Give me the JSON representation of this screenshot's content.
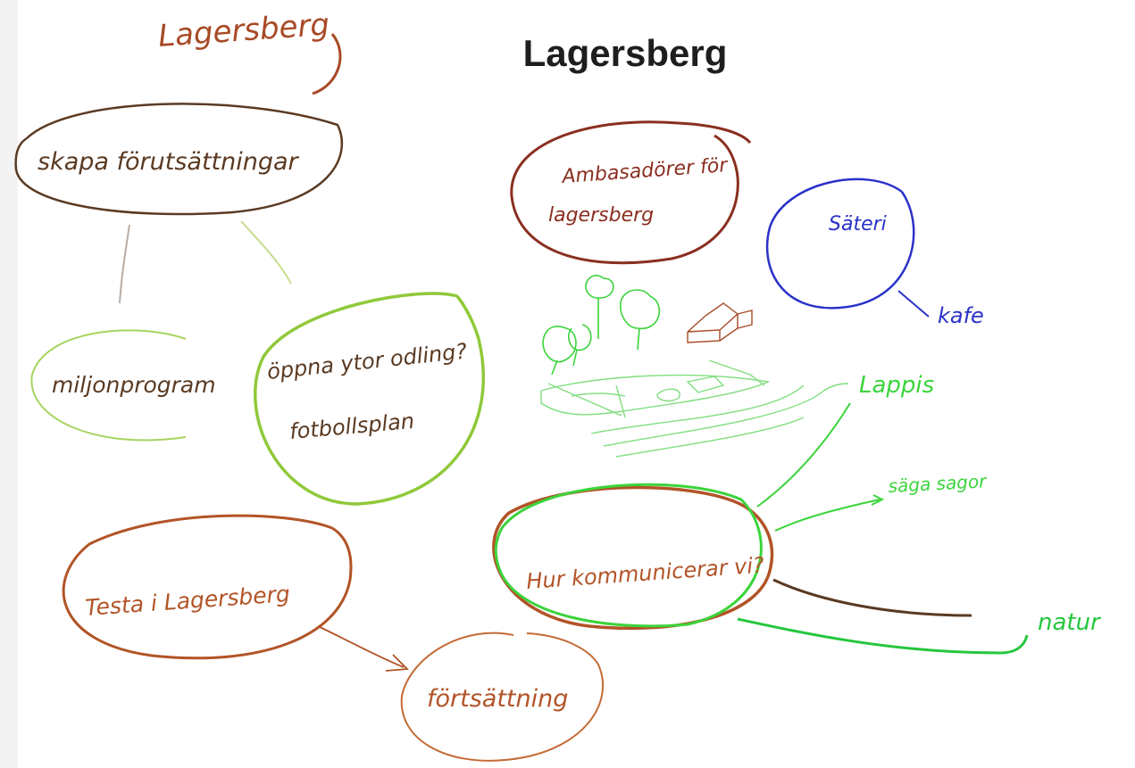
{
  "page": {
    "title": "Lagersberg"
  },
  "colors": {
    "brown_dark": "#5a3a22",
    "rust": "#b25427",
    "maroon": "#8a2f20",
    "lime": "#8fc93a",
    "green": "#3bd43b",
    "blue": "#2a32c8",
    "gray_line": "#b8aca4"
  },
  "notes": {
    "corner_label": "Lagersberg",
    "create_conditions": "skapa förutsättningar",
    "million_program": "miljonprogram",
    "open_spaces": "öppna ytor odling?",
    "football_field": "fotbollsplan",
    "ambassadors_line1": "Ambasadörer för",
    "ambassadors_line2": "lagersberg",
    "sauna": "Säteri",
    "cafe": "kafe",
    "lappis": "Lappis",
    "tell_stories": "säga sagor",
    "how_communicate": "Hur kommunicerar vi?",
    "nature": "natur",
    "test_in": "Testa i Lagersberg",
    "conditions": "förtsättning"
  },
  "icons": [
    "trees-sketch",
    "house-sketch",
    "football-field-sketch"
  ]
}
